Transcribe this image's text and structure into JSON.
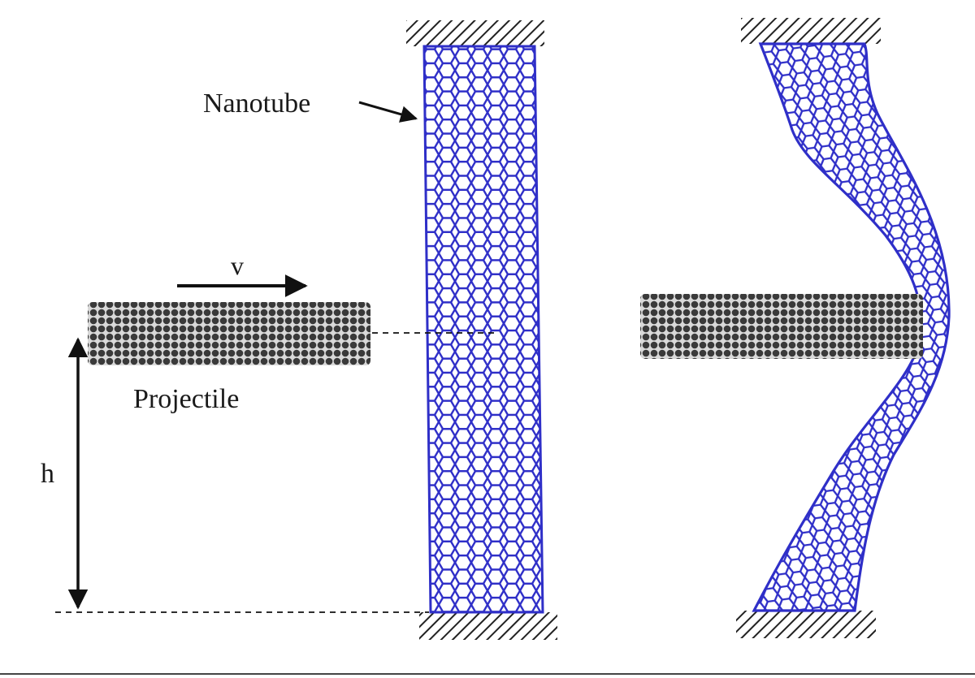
{
  "labels": {
    "nanotube": "Nanotube",
    "projectile": "Projectile",
    "velocity": "v",
    "height": "h"
  },
  "colors": {
    "tube": "#2f2fc8",
    "projectile": "#3a3a3a",
    "ink": "#111111",
    "background": "#ffffff"
  }
}
